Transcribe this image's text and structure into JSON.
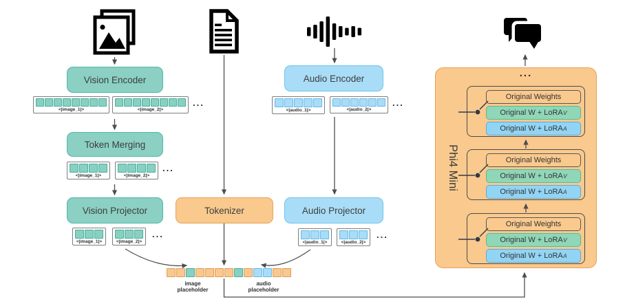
{
  "ellipsis": "...",
  "colors": {
    "vision_fill": "#8BD0C3",
    "vision_border": "#4FB9A8",
    "audio_fill": "#A9DDF7",
    "audio_border": "#6FC3EB",
    "orange_fill": "#F9C98E",
    "orange_border": "#E8A254",
    "lora_v_fill": "#90D6B8",
    "lora_v_border": "#56BD90",
    "lora_a_fill": "#92D4F4",
    "lora_a_border": "#55ACE0",
    "token_image_fill": "#8AD0C1",
    "token_image_border": "#42AF9D",
    "token_audio_fill": "#AADCF7",
    "token_audio_border": "#62B9E6",
    "token_text_fill": "#F8C890",
    "token_text_border": "#E09C52",
    "arrow": "#4D4D4D"
  },
  "icons": {
    "vision_input": "images-icon",
    "text_input": "document-icon",
    "audio_input": "audio-waveform-icon",
    "output": "chat-bubbles-icon"
  },
  "vision": {
    "encoder": "Vision Encoder",
    "merging": "Token Merging",
    "projector": "Vision Projector",
    "encoder_strips": [
      {
        "label": "<|image_1|>",
        "squares": 8
      },
      {
        "label": "<|image_2|>",
        "squares": 8
      }
    ],
    "merged_strips": [
      {
        "label": "<|image_1|>",
        "squares": 4
      },
      {
        "label": "<|image_2|>",
        "squares": 4
      }
    ],
    "projected_strips": [
      {
        "label": "<|image_1|>",
        "squares": 3
      },
      {
        "label": "<|image_2|>",
        "squares": 3
      }
    ]
  },
  "text_modality": {
    "tokenizer": "Tokenizer"
  },
  "audio": {
    "encoder": "Audio Encoder",
    "projector": "Audio Projector",
    "encoder_strips": [
      {
        "label": "<|audio_1|>",
        "squares": 5
      },
      {
        "label": "<|audio_2|>",
        "squares": 6
      }
    ],
    "projected_strips": [
      {
        "label": "<|audio_1|>",
        "squares": 3
      },
      {
        "label": "<|audio_2|>",
        "squares": 3
      }
    ]
  },
  "combined_sequence": {
    "tokens": [
      "text",
      "text",
      "image",
      "text",
      "text",
      "text",
      "text",
      "image",
      "text",
      "audio",
      "audio",
      "text",
      "text"
    ],
    "image_label_line1": "image",
    "image_label_line2": "placeholder",
    "audio_label_line1": "audio",
    "audio_label_line2": "placeholder"
  },
  "model": {
    "name": "Phi4 Mini",
    "layers": [
      {
        "original_weights": "Original Weights",
        "lora_v_base": "Original W + LoRA",
        "lora_v_sub": "V",
        "lora_a_base": "Original W + LoRA",
        "lora_a_sub": "A"
      },
      {
        "original_weights": "Original Weights",
        "lora_v_base": "Original W + LoRA",
        "lora_v_sub": "V",
        "lora_a_base": "Original W + LoRA",
        "lora_a_sub": "A"
      },
      {
        "original_weights": "Original Weights",
        "lora_v_base": "Original W + LoRA",
        "lora_v_sub": "V",
        "lora_a_base": "Original W + LoRA",
        "lora_a_sub": "A"
      }
    ]
  }
}
